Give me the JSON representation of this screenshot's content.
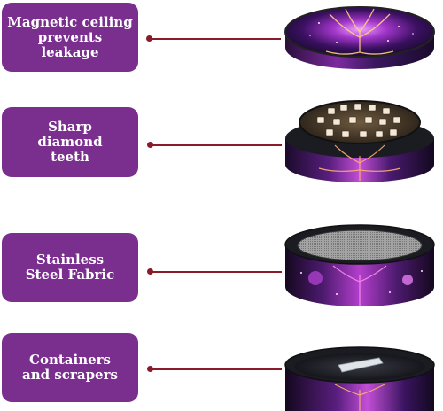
{
  "labels": [
    "Magnetic ceiling prevents leakage",
    "Sharp diamond teeth",
    "Stainless Steel Fabric",
    "Containers and scrapers"
  ],
  "colors": {
    "label_bg": "#7a2e8e",
    "label_text": "#ffffff",
    "leader": "#8b1a2b",
    "metal": "#1b1b22"
  },
  "icons": [
    "lid-part",
    "teeth-part",
    "screen-part",
    "container-part"
  ]
}
